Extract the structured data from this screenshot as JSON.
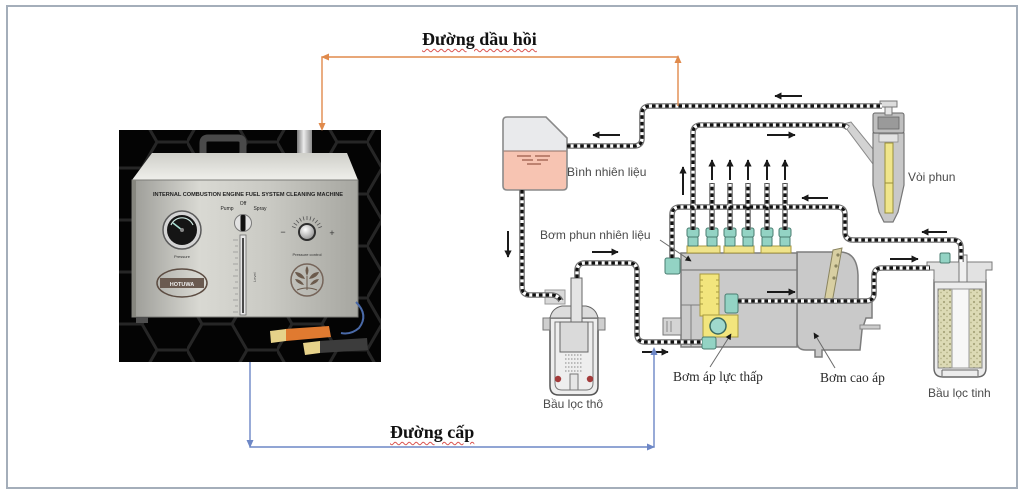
{
  "figure": {
    "return_line_label": "Đường dầu hồi",
    "supply_line_label": "Đường cấp",
    "colors": {
      "return_line": "#e08a4c",
      "supply_line": "#6d87c6"
    }
  },
  "machine": {
    "title": "INTERNAL COMBUSTION ENGINE FUEL SYSTEM CLEANING MACHINE",
    "switch_positions": [
      "Pump",
      "Off",
      "Spray"
    ],
    "gauge_label": "Pressure",
    "control_label": "Pressure control",
    "control_minus": "−",
    "control_plus": "+",
    "level_label": "Level",
    "brand": "HOTUWA"
  },
  "diagram": {
    "labels": {
      "fuel_tank": "Bình nhiên liệu",
      "injection_pump": "Bơm phun nhiên liệu",
      "injector": "Vòi phun",
      "coarse_filter": "Bầu lọc thô",
      "low_pressure_pump": "Bơm áp lực thấp",
      "high_pressure_pump": "Bơm cao áp",
      "fine_filter": "Bầu lọc tinh"
    }
  }
}
